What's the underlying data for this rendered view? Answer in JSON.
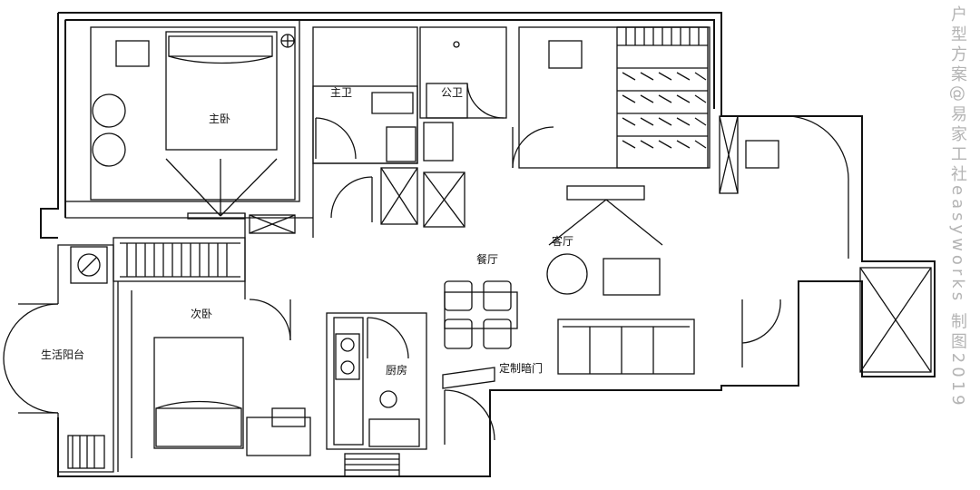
{
  "rooms": {
    "master_bedroom": "主卧",
    "master_bath": "主卫",
    "public_bath": "公卫",
    "living_room": "客厅",
    "dining_room": "餐厅",
    "second_bedroom": "次卧",
    "utility_balcony": "生活阳台",
    "kitchen": "厨房",
    "custom_hidden_door": "定制暗门"
  },
  "credit": "户型方案@易家工社easyworks 制图2019"
}
